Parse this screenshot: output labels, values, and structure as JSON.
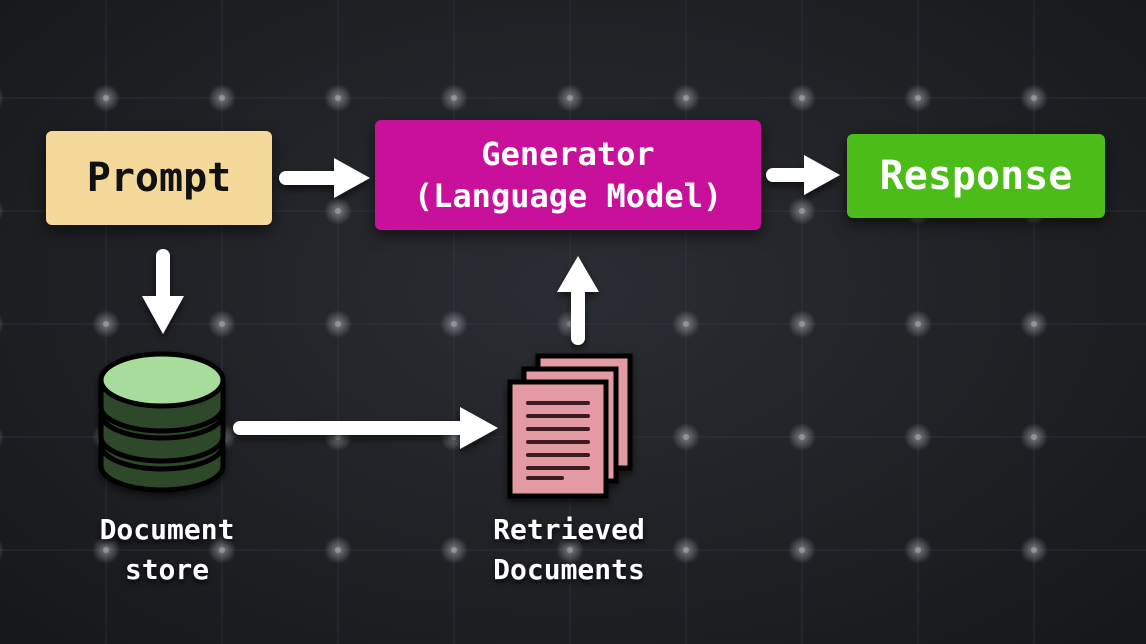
{
  "nodes": {
    "prompt": {
      "label": "Prompt",
      "color": "#f4d99a"
    },
    "generator": {
      "line1": "Generator",
      "line2": "(Language Model)",
      "color": "#c9109a"
    },
    "response": {
      "label": "Response",
      "color": "#4cbc19"
    },
    "document_store": {
      "line1": "Document",
      "line2": "store",
      "icon": "database-icon",
      "color": "#a7dc9a"
    },
    "retrieved_documents": {
      "line1": "Retrieved",
      "line2": "Documents",
      "icon": "documents-icon",
      "color": "#e39aa3"
    }
  },
  "edges": [
    {
      "from": "prompt",
      "to": "generator"
    },
    {
      "from": "generator",
      "to": "response"
    },
    {
      "from": "prompt",
      "to": "document_store"
    },
    {
      "from": "document_store",
      "to": "retrieved_documents"
    },
    {
      "from": "retrieved_documents",
      "to": "generator"
    }
  ],
  "colors": {
    "background": "#1f2125",
    "arrow": "#ffffff"
  }
}
